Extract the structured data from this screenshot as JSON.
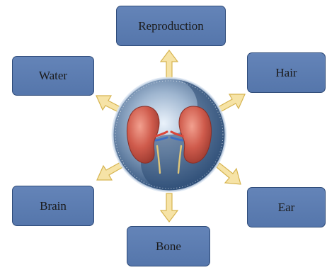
{
  "diagram": {
    "nodes": {
      "reproduction": "Reproduction",
      "water": "Water",
      "hair": "Hair",
      "brain": "Brain",
      "ear": "Ear",
      "bone": "Bone"
    },
    "colors": {
      "box_fill": "#5b7bb0",
      "box_border": "#2d4a78",
      "arrow_fill": "#f6e3a6",
      "arrow_stroke": "#d6b450",
      "orb_light": "#ffffff",
      "orb_dark": "#2c4a73",
      "kidney": "#c8564a"
    },
    "center_image": "kidneys-in-yin-yang-orb"
  }
}
